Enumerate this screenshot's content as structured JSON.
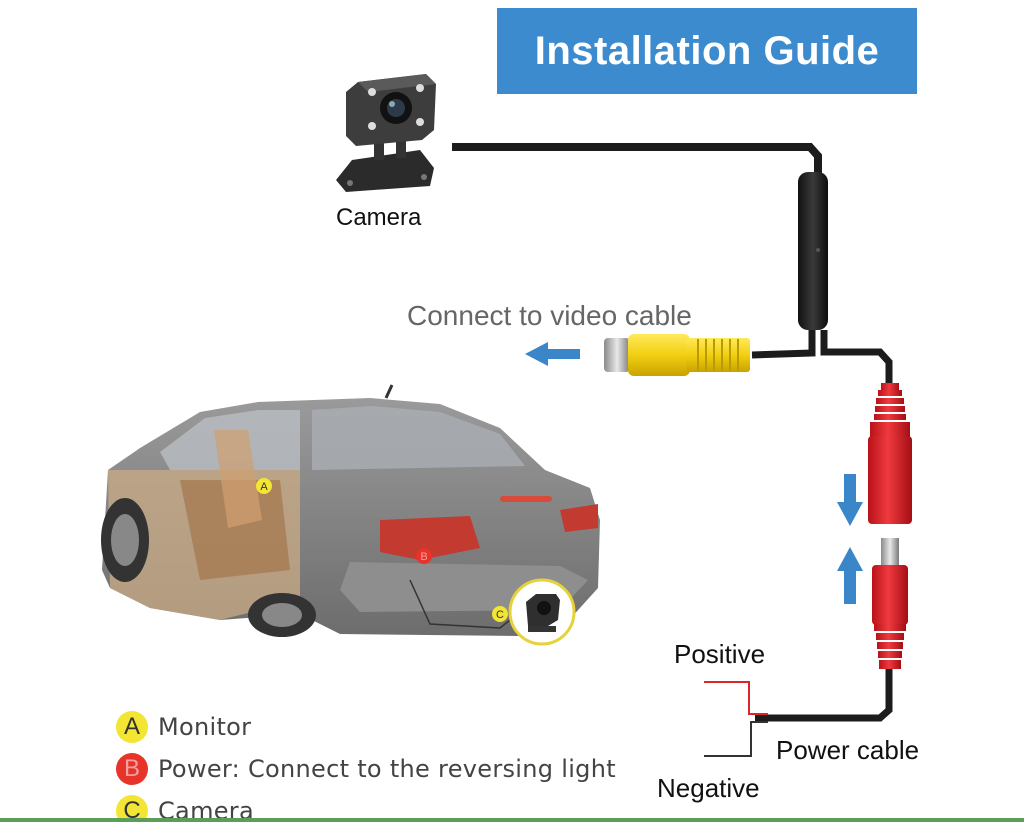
{
  "title": "Installation Guide",
  "labels": {
    "camera": "Camera",
    "connect_video": "Connect  to video cable",
    "positive": "Positive",
    "power_cable": "Power cable",
    "negative": "Negative"
  },
  "car_markers": [
    "A",
    "B",
    "C"
  ],
  "legend": [
    {
      "letter": "A",
      "text": "Monitor",
      "color": "#f3e533",
      "letter_color": "#333333"
    },
    {
      "letter": "B",
      "text": "Power: Connect to the reversing light",
      "color": "#e8332a",
      "letter_color": "#f2a0a0"
    },
    {
      "letter": "C",
      "text": "Camera",
      "color": "#f3e533",
      "letter_color": "#333333"
    }
  ],
  "colors": {
    "banner": "#3d8bcf",
    "arrow": "#3a86c8",
    "rca_plug": "#f0d21e",
    "power_plug": "#e0232a",
    "cable": "#1c1c1c",
    "positive_wire": "#d8262a"
  },
  "icons": [
    "camera-icon",
    "car-icon",
    "arrow-left-icon",
    "arrow-down-icon",
    "arrow-up-icon"
  ]
}
